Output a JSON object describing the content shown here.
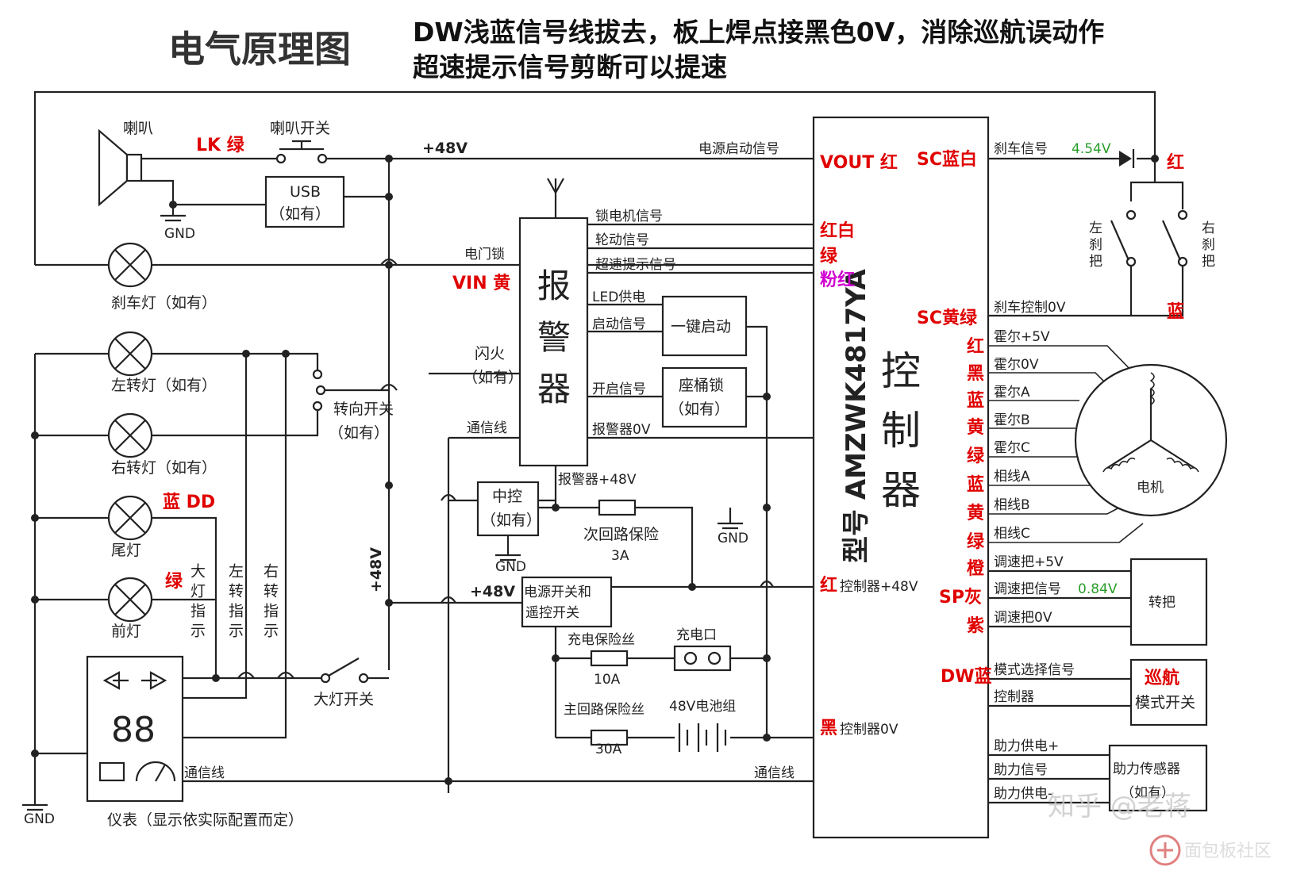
{
  "title": "电气原理图",
  "note": {
    "line1": "DW浅蓝信号线拔去，板上焊点接黑色0V，消除巡航误动作",
    "line2": "超速提示信号剪断可以提速"
  },
  "components": {
    "horn": "喇叭",
    "horn_switch": "喇叭开关",
    "lk_label": "LK 绿",
    "usb": "USB",
    "usb_optional": "（如有）",
    "gnd": "GND",
    "plus48v": "+48V",
    "brake_lamp": "刹车灯（如有）",
    "left_turn_lamp": "左转灯（如有）",
    "right_turn_lamp": "右转灯（如有）",
    "tail_lamp": "尾灯",
    "head_lamp": "前灯",
    "tail_color": "蓝 DD",
    "head_color": "绿",
    "head_ind": "大灯指示",
    "left_ind": "左转指示",
    "right_ind": "右转指示",
    "turn_switch": "转向开关",
    "turn_switch_opt": "（如有）",
    "head_switch": "大灯开关",
    "meter": "仪表（显示依实际配置而定）",
    "meter_digits": "88",
    "comm_line": "通信线",
    "ignition": "电门锁",
    "vin": "VIN 黄",
    "alarm": "报警器",
    "flash": "闪火",
    "flash_opt": "（如有）",
    "central": "中控",
    "central_opt": "（如有）",
    "alarm_48v": "报警器+48V",
    "sub_fuse": "次回路保险",
    "sub_fuse_val": "3A",
    "power_switch_l1": "电源开关和",
    "power_switch_l2": "遥控开关",
    "charge_fuse": "充电保险丝",
    "charge_fuse_val": "10A",
    "charge_port": "充电口",
    "main_fuse": "主回路保险丝",
    "main_fuse_val": "30A",
    "battery": "48V电池组",
    "one_key": "一键启动",
    "seat_lock": "座桶锁",
    "seat_lock_opt": "（如有）",
    "alarm_signals": [
      "锁电机信号",
      "轮动信号",
      "超速提示信号",
      "LED供电",
      "启动信号",
      "开启信号",
      "报警器0V"
    ],
    "power_start_signal": "电源启动信号"
  },
  "controller": {
    "title": "控制器",
    "model": "型号 AMZWK4817YA",
    "vout": "VOUT 红",
    "sc_blue_white": "SC蓝白",
    "red_white": "红白",
    "green": "绿",
    "pink_red": "粉红",
    "sc_yellow_green": "SC黄绿",
    "hall_colors": [
      "红",
      "黑",
      "蓝",
      "黄",
      "绿"
    ],
    "phase_colors": [
      "蓝",
      "黄",
      "绿"
    ],
    "throttle_colors": [
      "橙",
      "SP灰",
      "紫"
    ],
    "dw_blue": "DW蓝",
    "plus48_label": "控制器+48V",
    "plus48_color": "红",
    "zero_label": "控制器0V",
    "zero_color": "黑"
  },
  "right_side": {
    "brake_signal": "刹车信号",
    "brake_voltage": "4.54V",
    "brake_red": "红",
    "left_brake": "左刹把",
    "right_brake": "右刹把",
    "brake_ctrl": "刹车控制0V",
    "brake_blue": "蓝",
    "hall_lines": [
      "霍尔+5V",
      "霍尔0V",
      "霍尔A",
      "霍尔B",
      "霍尔C",
      "相线A",
      "相线B",
      "相线C"
    ],
    "motor": "电机",
    "throttle_lines": [
      "调速把+5V",
      "调速把信号",
      "调速把0V"
    ],
    "throttle_voltage": "0.84V",
    "throttle": "转把",
    "mode_signal": "模式选择信号",
    "mode_ctrl": "控制器",
    "cruise": "巡航",
    "mode_switch": "模式开关",
    "assist_lines": [
      "助力供电+",
      "助力信号",
      "助力供电-"
    ],
    "assist_sensor": "助力传感器",
    "assist_opt": "（如有）"
  },
  "watermark": {
    "zhihu": "知乎 @老蒋",
    "site": "面包板社区"
  },
  "colors": {
    "wire": "#222222",
    "accent_red": "#e00000",
    "accent_green": "#2a9d2a",
    "accent_magenta": "#d000d0"
  }
}
